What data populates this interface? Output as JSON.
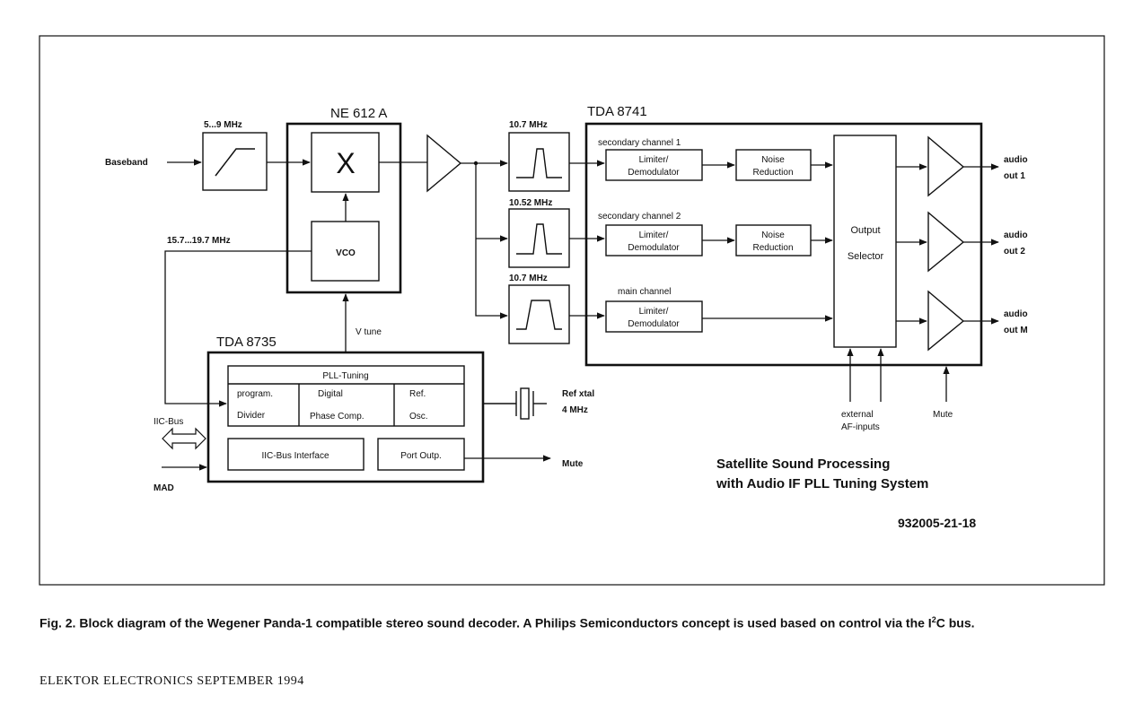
{
  "labels": {
    "baseband": "Baseband",
    "lowpass_freq": "5...9 MHz",
    "ne612": "NE 612 A",
    "mixer": "X",
    "vco": "VCO",
    "vco_freq": "15.7...19.7 MHz",
    "v_tune": "V tune",
    "filter1_freq": "10.7 MHz",
    "filter2_freq": "10.52 MHz",
    "filter3_freq": "10.7 MHz",
    "tda8741": "TDA 8741",
    "sec_ch1": "secondary channel 1",
    "sec_ch2": "secondary channel 2",
    "main_ch": "main channel",
    "limiter_line1": "Limiter/",
    "limiter_line2": "Demodulator",
    "noise_line1": "Noise",
    "noise_line2": "Reduction",
    "output_line1": "Output",
    "output_line2": "Selector",
    "audio": "audio",
    "out1": "out 1",
    "out2": "out 2",
    "outM": "out M",
    "external": "external",
    "af_inputs": "AF-inputs",
    "mute_in": "Mute",
    "tda8735": "TDA 8735",
    "pll_tuning": "PLL-Tuning",
    "program": "program.",
    "divider": "Divider",
    "digital": "Digital",
    "phase_comp": "Phase Comp.",
    "ref": "Ref.",
    "osc": "Osc.",
    "ref_xtal": "Ref xtal",
    "xtal_freq": "4 MHz",
    "iic_bus": "IIC-Bus",
    "mad": "MAD",
    "iic_interface": "IIC-Bus Interface",
    "port_outp": "Port Outp.",
    "mute_out": "Mute",
    "title_line1": "Satellite Sound Processing",
    "title_line2": "with Audio IF  PLL Tuning System",
    "figure_code": "932005-21-18"
  },
  "caption": {
    "prefix": "Fig. 2.  Block diagram of the Wegener Panda-1 compatible stereo sound decoder. A Philips Semiconductors concept is used based on control via the I",
    "sup": "2",
    "suffix": "C bus."
  },
  "footer": "ELEKTOR ELECTRONICS  SEPTEMBER 1994"
}
